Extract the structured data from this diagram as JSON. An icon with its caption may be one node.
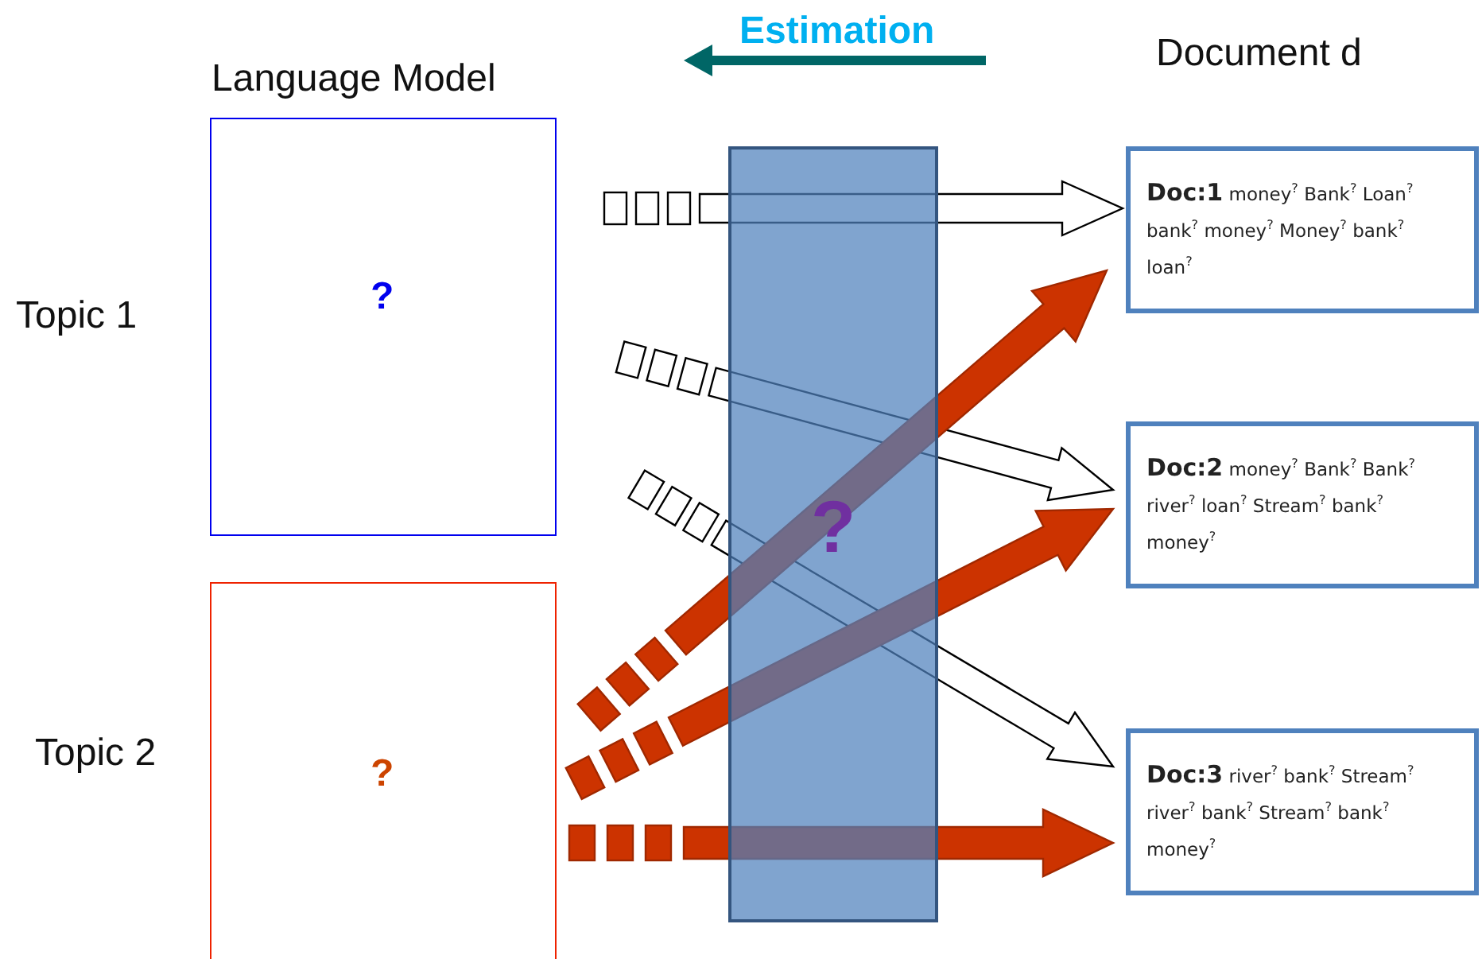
{
  "diagram": {
    "nodes": [
      {
        "text": [
          "?"
        ],
        "beside": [
          "Topic 1"
        ]
      },
      {
        "text": [
          "?"
        ],
        "beside": [
          "Topic 2"
        ]
      },
      {
        "text": [
          "?"
        ]
      },
      {
        "text": [
          "**Doc:1** money$^{?}$ Bank$^{?}$ Loan$^{?}$ bank$^{?}$ money$^{?}$ Money$^{?}$ bank$^{?}$ loan$^{?}$"
        ]
      },
      {
        "text": [
          "**Doc:2** money$^{?}$ Bank$^{?}$ Bank$^{?}$ river$^{?}$ loan$^{?}$ Stream$^{?}$ bank$^{?}$ money$^{?}$"
        ]
      },
      {
        "text": [
          "**Doc:3** river$^{?}$ bank$^{?}$ Stream$^{?}$ river$^{?}$ bank$^{?}$ Stream$^{?}$ bank$^{?}$ money$^{?}$"
        ]
      }
    ],
    "edges": [
      {
        "from": null,
        "to": 3,
        "arrow": "to"
      },
      {
        "from": null,
        "to": 4,
        "arrow": "to"
      },
      {
        "from": null,
        "to": 5,
        "arrow": "to"
      },
      {
        "from": null,
        "to": 3,
        "arrow": "to",
        "style": "thick",
        "color": "#cc3300"
      },
      {
        "from": null,
        "to": 4,
        "arrow": "to",
        "style": "thick",
        "color": "#cc3300"
      },
      {
        "from": null,
        "to": 5,
        "arrow": "to",
        "style": "thick",
        "color": "#cc3300"
      }
    ],
    "labels": [
      "Estimation",
      "Language Model",
      "Document d"
    ]
  }
}
